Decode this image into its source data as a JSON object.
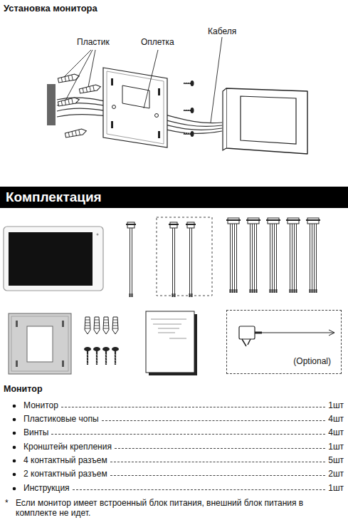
{
  "diagram": {
    "title": "Установка монитора",
    "nodes": [
      {
        "text": [
          "Комплектация"
        ]
      },
      {
        "text": [
          "(Optional)"
        ]
      }
    ],
    "labels": [
      "Пластик",
      "Оплетка",
      "Кабеля",
      "Монитор",
      "Монитор",
      "1шт",
      "Пластиковые чопы",
      "4шт",
      "Винты",
      "4шт",
      "Кронштейн крепления",
      "1шт",
      "4 контактный разъем",
      "5шт",
      "2 контактный разъем",
      "2шт",
      "Инструкция",
      "1шт",
      "*",
      "Если монитор имеет встроенный блок питания, внешний блок питания в комплекте не идет."
    ]
  }
}
